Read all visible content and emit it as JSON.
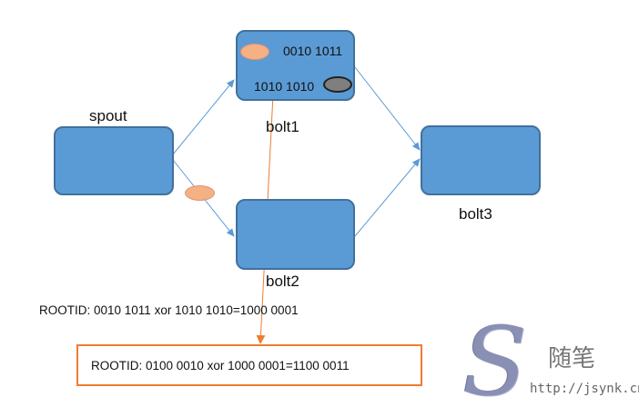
{
  "nodes": {
    "spout": {
      "label": "spout"
    },
    "bolt1": {
      "label": "bolt1",
      "bits_top": "0010 1011",
      "bits_bottom": "1010 1010"
    },
    "bolt2": {
      "label": "bolt2"
    },
    "bolt3": {
      "label": "bolt3"
    }
  },
  "formulas": {
    "first": "ROOTID: 0010 1011 xor 1010 1010=1000 0001",
    "result": "ROOTID: 0100 0010 xor 1000 0001=1100 0011"
  },
  "colors": {
    "node_fill": "#5b9bd5",
    "node_border": "#41719c",
    "edge": "#5b9bd5",
    "highlight": "#ed7d31",
    "tuple": "#f4b183"
  },
  "watermark": {
    "letter": "S",
    "text": "随笔",
    "url": "http://jsynk.cn"
  }
}
